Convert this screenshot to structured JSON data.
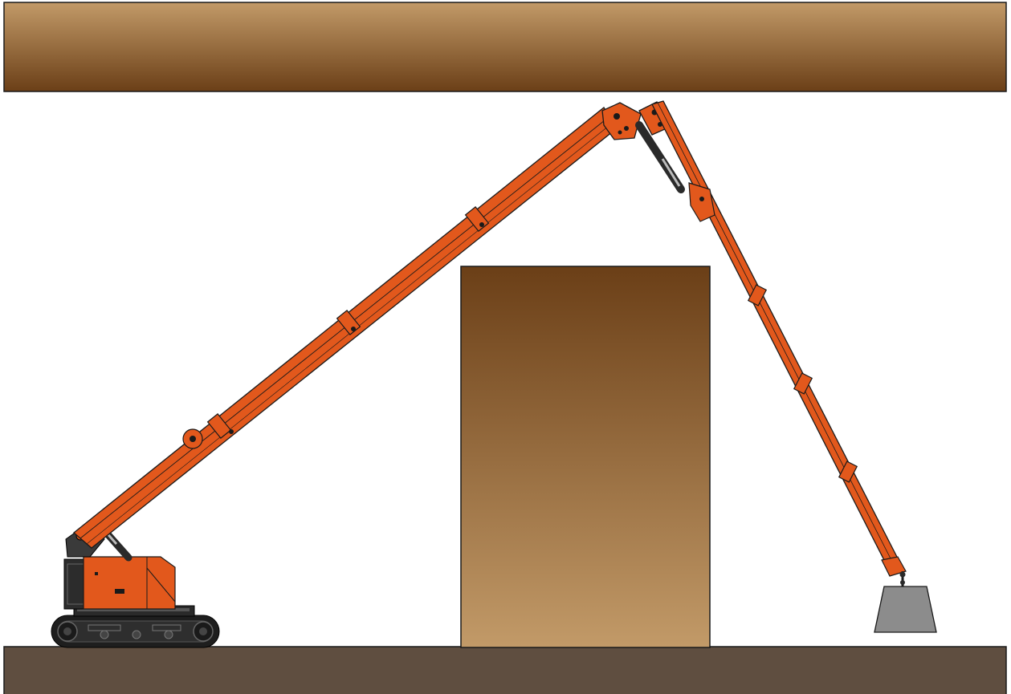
{
  "scene": {
    "colors": {
      "background": "#ffffff",
      "machine_orange": "#e2581c",
      "machine_orange_dark": "#b9441a",
      "machine_dark": "#3a3a3a",
      "track_black": "#1e1e1e",
      "weight_grey": "#8c8c8c",
      "ground": "#5f4e40",
      "beam_top": "#c29a68",
      "beam_bottom": "#6b3f17",
      "pillar_top": "#6b3f17",
      "pillar_bottom": "#c29a68",
      "outline": "#1a1a1a"
    },
    "elements": {
      "overhead_beam": "overhead-beam",
      "obstacle_pillar": "obstacle-pillar",
      "ground": "ground",
      "machine": "demolition-machine",
      "load": "suspended-weight"
    }
  }
}
